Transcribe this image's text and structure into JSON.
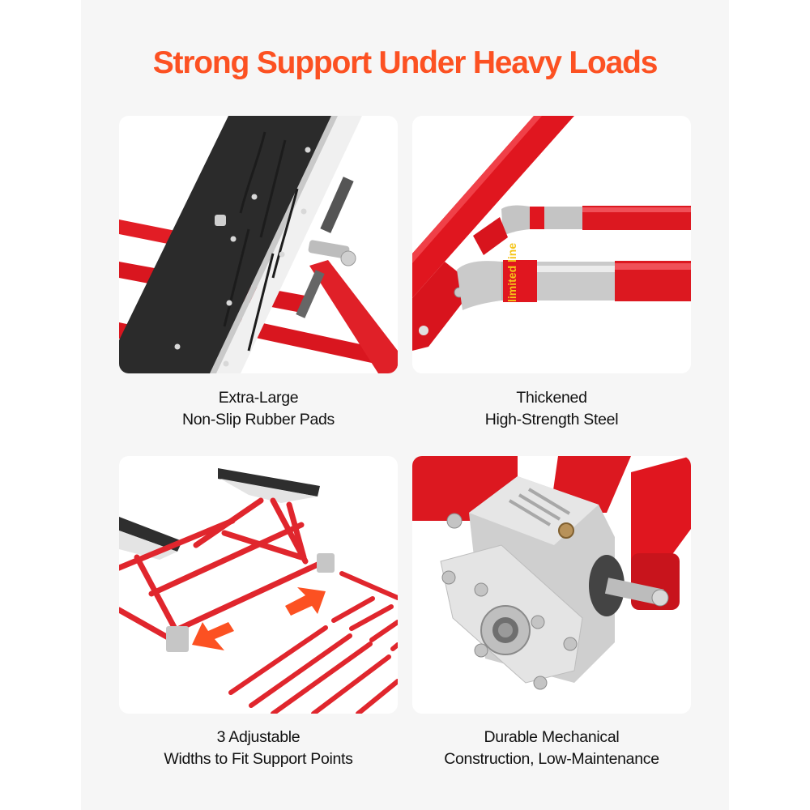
{
  "page": {
    "title": "Strong Support Under Heavy Loads",
    "accent_color": "#fc5122",
    "background_color": "#f6f6f6"
  },
  "features": [
    {
      "image": "rubber-pad-closeup",
      "caption_line1": "Extra-Large",
      "caption_line2": "Non-Slip Rubber Pads"
    },
    {
      "image": "steel-rods-closeup",
      "caption_line1": "Thickened",
      "caption_line2": "High-Strength Steel",
      "tube_label": "limited line"
    },
    {
      "image": "adjustable-frame-widths",
      "caption_line1": "3 Adjustable",
      "caption_line2": "Widths to Fit Support Points"
    },
    {
      "image": "gearbox-closeup",
      "caption_line1": "Durable Mechanical",
      "caption_line2": "Construction, Low-Maintenance"
    }
  ]
}
